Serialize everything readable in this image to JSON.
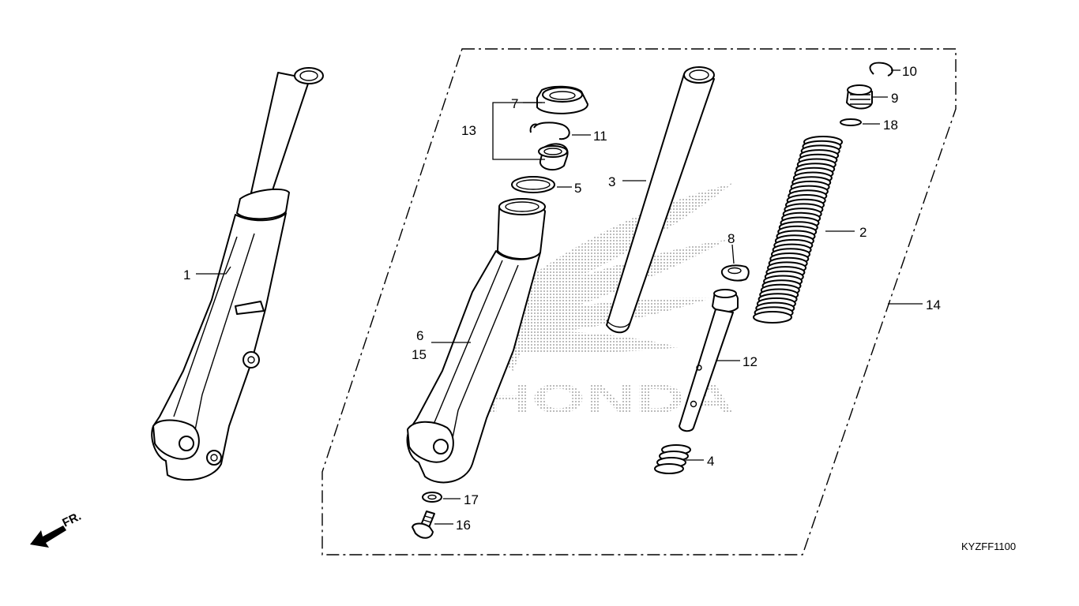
{
  "diagram": {
    "watermark_text": "HONDA",
    "diagram_code": "KYZFF1100",
    "direction_label": "FR.",
    "callouts": {
      "c1": "1",
      "c2": "2",
      "c3": "3",
      "c4": "4",
      "c5": "5",
      "c6": "6",
      "c7": "7",
      "c8": "8",
      "c9": "9",
      "c10": "10",
      "c11": "11",
      "c12": "12",
      "c13": "13",
      "c14": "14",
      "c15": "15",
      "c16": "16",
      "c17": "17",
      "c18": "18"
    },
    "colors": {
      "line": "#000000",
      "watermark": "#9a9a9a",
      "background": "#ffffff"
    }
  }
}
